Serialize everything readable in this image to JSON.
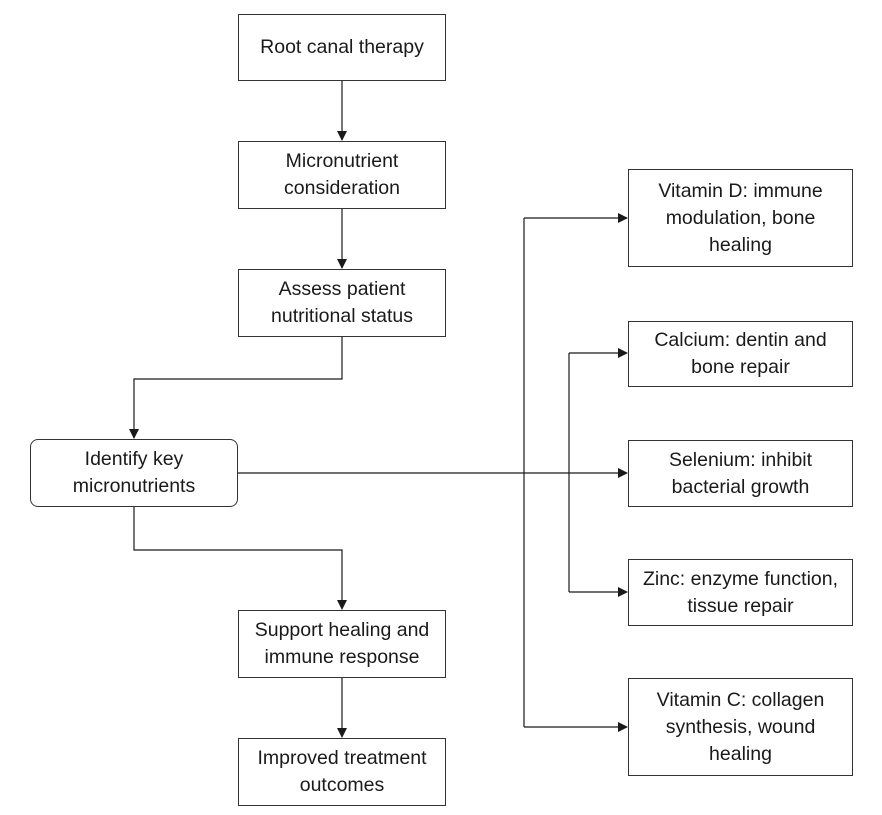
{
  "nodes": {
    "root_canal": "Root canal therapy",
    "micronutrient_consideration": "Micronutrient consideration",
    "assess_status": "Assess patient nutritional status",
    "identify_key": "Identify key micronutrients",
    "support_healing": "Support healing and immune response",
    "improved_outcomes": "Improved treatment outcomes",
    "vitamin_d": "Vitamin D: immune modulation, bone healing",
    "calcium": "Calcium: dentin and bone repair",
    "selenium": "Selenium: inhibit bacterial growth",
    "zinc": "Zinc: enzyme function, tissue repair",
    "vitamin_c": "Vitamin C: collagen synthesis, wound healing"
  },
  "edges": [
    {
      "from": "root_canal",
      "to": "micronutrient_consideration"
    },
    {
      "from": "micronutrient_consideration",
      "to": "assess_status"
    },
    {
      "from": "assess_status",
      "to": "identify_key"
    },
    {
      "from": "identify_key",
      "to": "support_healing"
    },
    {
      "from": "support_healing",
      "to": "improved_outcomes"
    },
    {
      "from": "identify_key",
      "to": "vitamin_d"
    },
    {
      "from": "identify_key",
      "to": "calcium"
    },
    {
      "from": "identify_key",
      "to": "selenium"
    },
    {
      "from": "identify_key",
      "to": "zinc"
    },
    {
      "from": "identify_key",
      "to": "vitamin_c"
    }
  ]
}
